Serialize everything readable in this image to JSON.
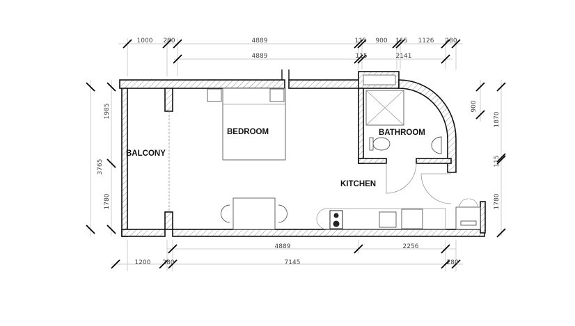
{
  "rooms": {
    "balcony": "BALCONY",
    "bedroom": "BEDROOM",
    "bathroom": "BATHROOM",
    "kitchen": "KITCHEN"
  },
  "dimensions": {
    "top_row1": [
      "1000",
      "280",
      "4889",
      "115",
      "900",
      "115",
      "1126",
      "280"
    ],
    "top_row2": [
      "4889",
      "115",
      "2141"
    ],
    "bottom_row1": [
      "4889",
      "2256"
    ],
    "bottom_row2": [
      "1200",
      "280",
      "7145",
      "280"
    ],
    "left_outer": "3765",
    "left_inner": [
      "1985",
      "1780"
    ],
    "right_inner": "900",
    "right_outer": [
      "1870",
      "115",
      "1780"
    ]
  }
}
